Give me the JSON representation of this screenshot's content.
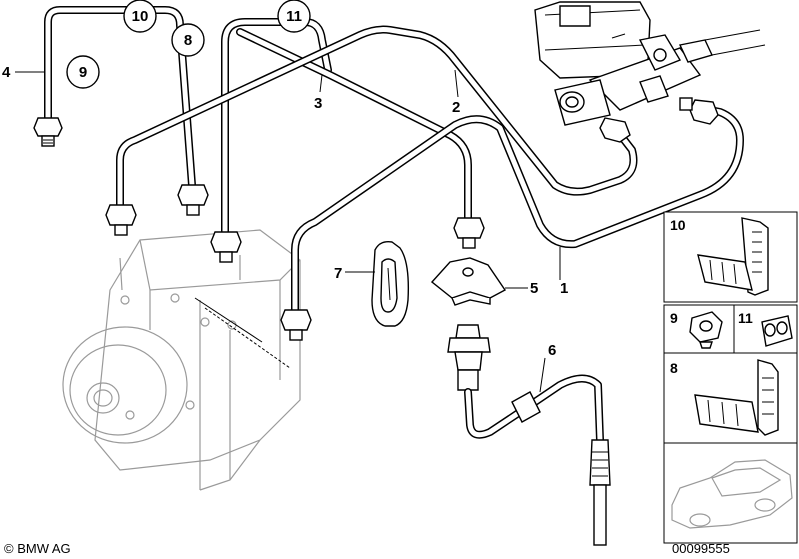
{
  "callouts": [
    {
      "id": "1",
      "text": "1"
    },
    {
      "id": "2",
      "text": "2"
    },
    {
      "id": "3",
      "text": "3"
    },
    {
      "id": "4",
      "text": "4"
    },
    {
      "id": "5",
      "text": "5"
    },
    {
      "id": "6",
      "text": "6"
    },
    {
      "id": "7",
      "text": "7"
    },
    {
      "id": "8",
      "text": "8"
    },
    {
      "id": "9",
      "text": "9"
    },
    {
      "id": "10",
      "text": "10"
    },
    {
      "id": "11",
      "text": "11"
    }
  ],
  "legend_panels": [
    {
      "id": "10",
      "text": "10"
    },
    {
      "id": "9",
      "text": "9"
    },
    {
      "id": "11",
      "text": "11"
    },
    {
      "id": "8",
      "text": "8"
    }
  ],
  "footer": {
    "copyright": "© BMW AG",
    "diagram_number": "00099555"
  }
}
